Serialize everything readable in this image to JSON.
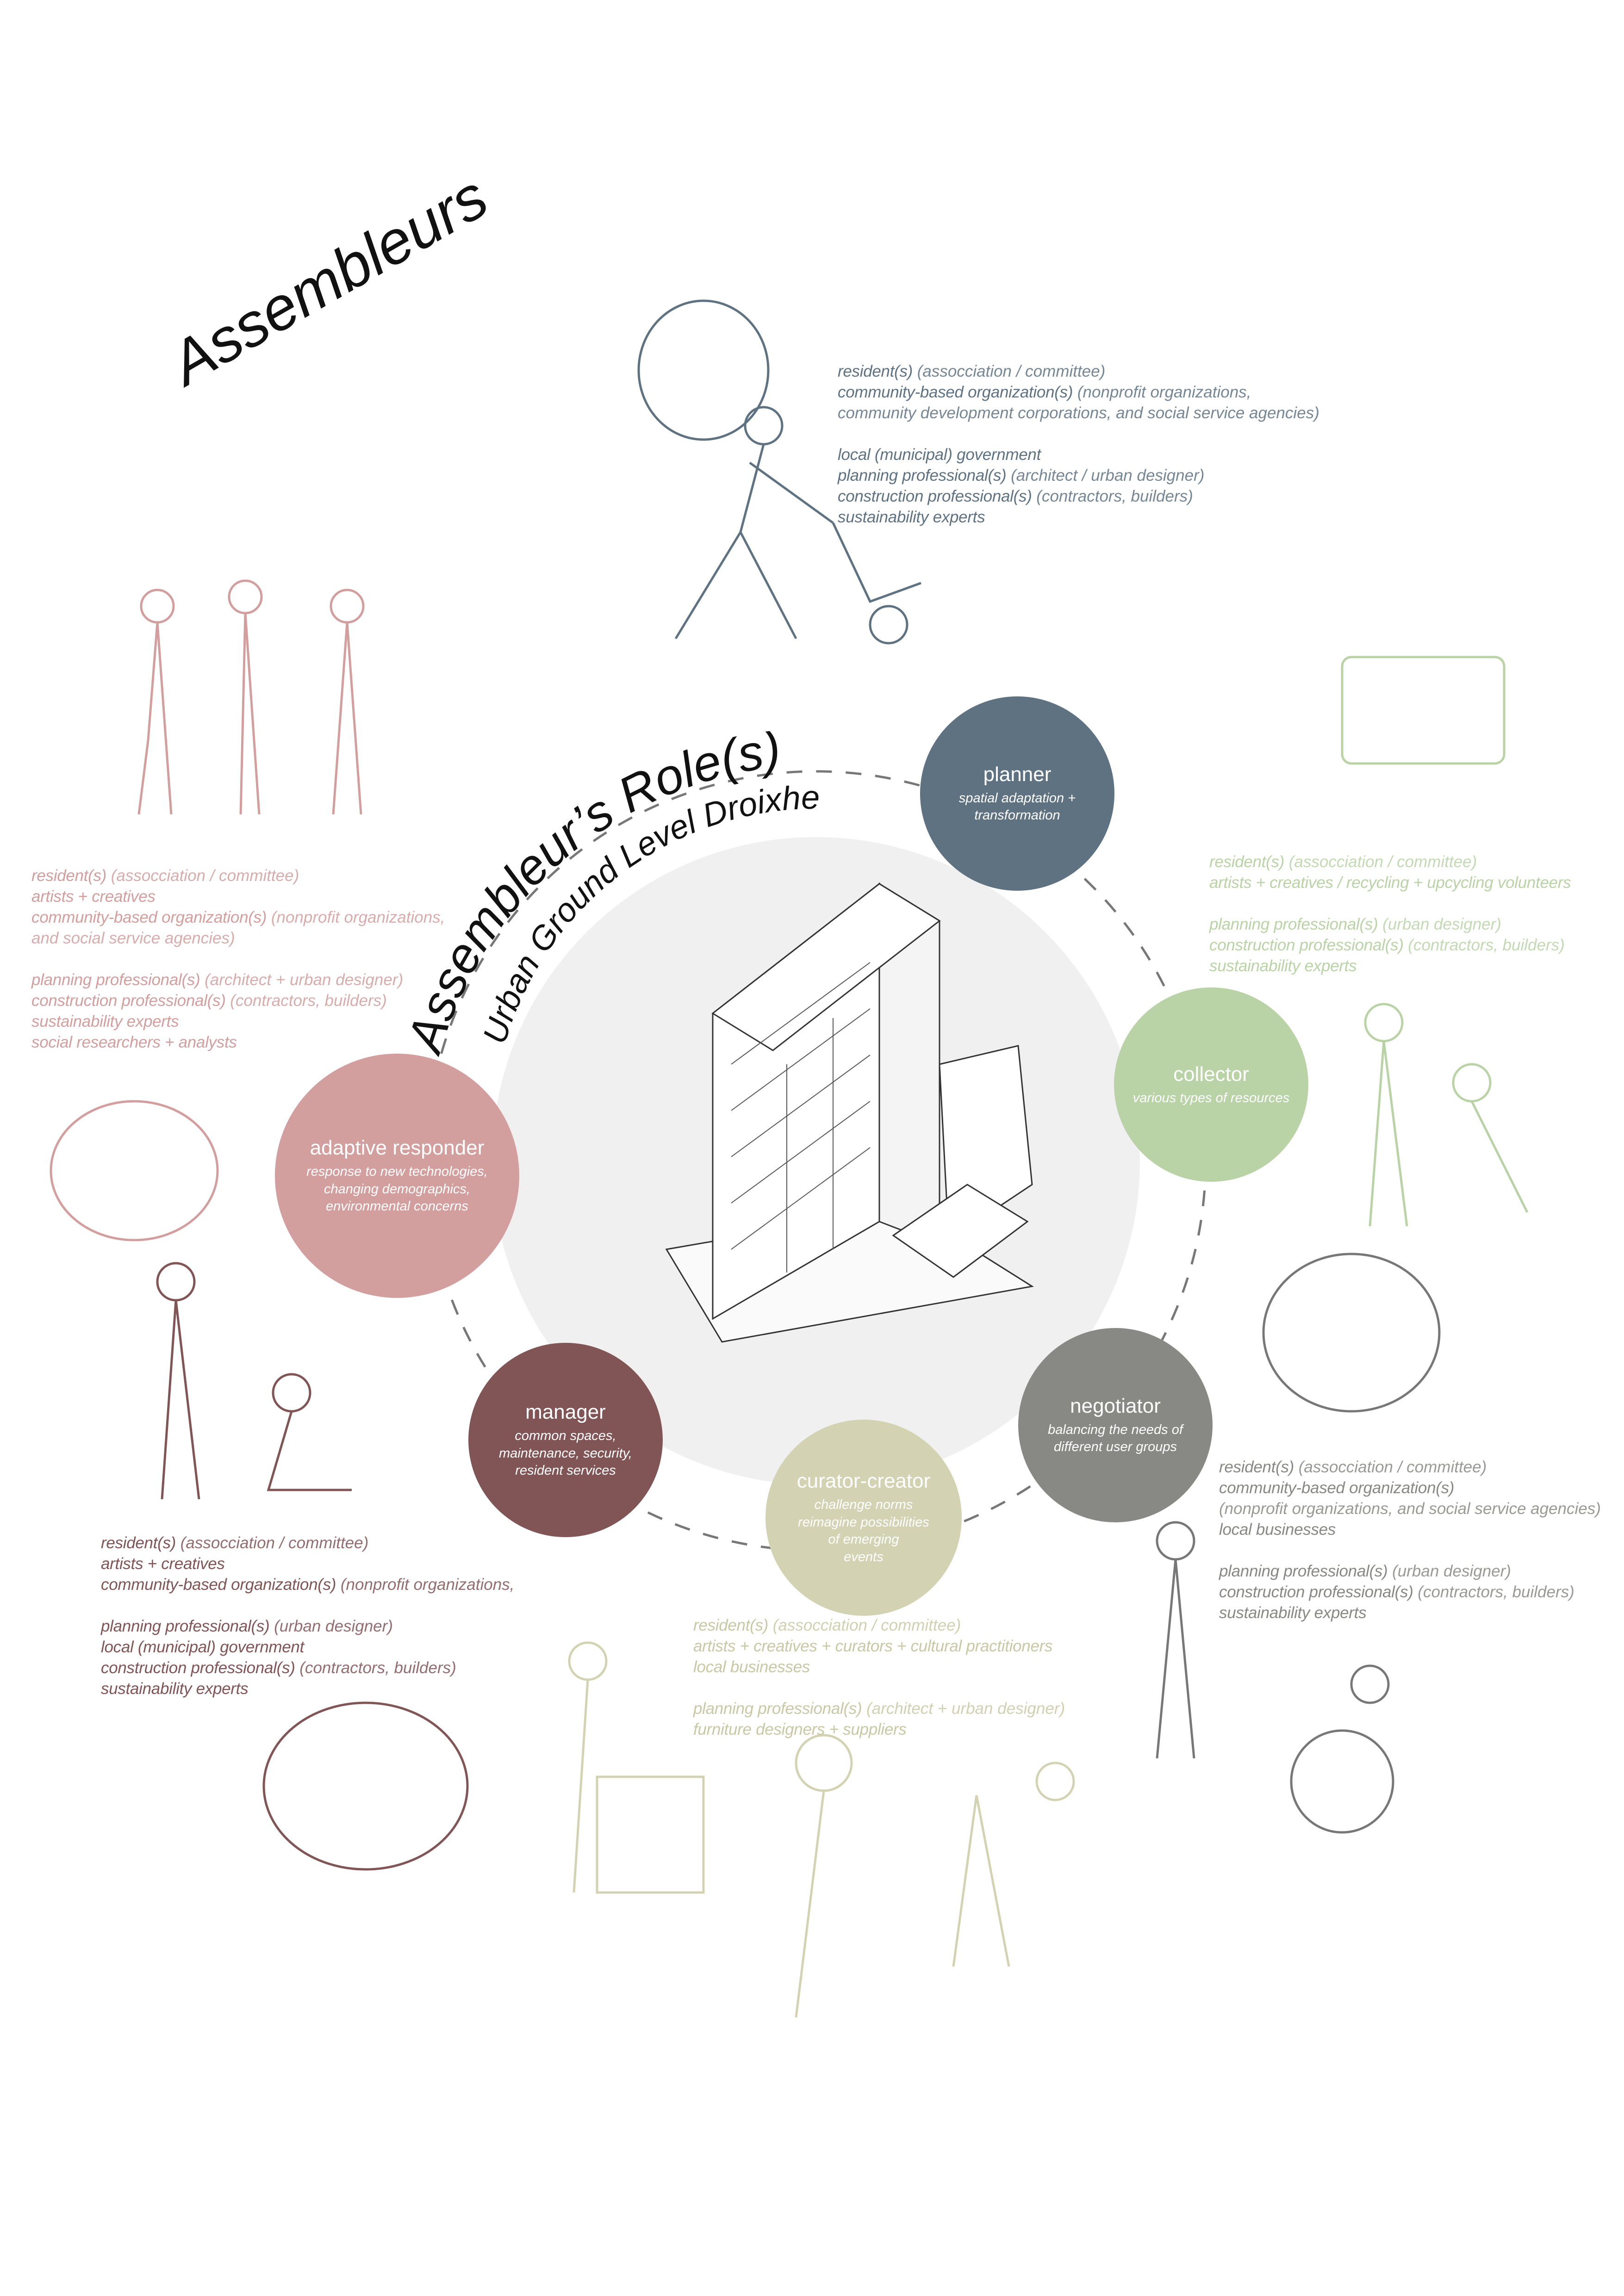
{
  "title": "Assembleurs",
  "ring_title": "Assembleur’s Role(s)",
  "center_label": "Urban Ground Level Droixhe",
  "colors": {
    "planner": "#5e7282",
    "collector": "#b9d3a6",
    "negotiator": "#888884",
    "curator": "#d3d2b3",
    "manager": "#815456",
    "adaptive": "#d39e9e",
    "center_disc": "#f0f0f0",
    "ring": "#777777"
  },
  "roles": {
    "planner": {
      "name": "planner",
      "desc": [
        "spatial adaptation +",
        "transformation"
      ]
    },
    "collector": {
      "name": "collector",
      "desc": [
        "various types of resources"
      ]
    },
    "negotiator": {
      "name": "negotiator",
      "desc": [
        "balancing the needs of",
        "different user groups"
      ]
    },
    "curator": {
      "name": "curator-creator",
      "desc": [
        "challenge norms",
        "reimagine possibilities",
        "of emerging",
        "events"
      ]
    },
    "manager": {
      "name": "manager",
      "desc": [
        "common spaces,",
        "maintenance, security,",
        "resident services"
      ]
    },
    "adaptive": {
      "name": "adaptive responder",
      "desc": [
        "response to new technologies,",
        "changing demographics,",
        "environmental concerns"
      ]
    }
  },
  "stakeholders": {
    "planner": [
      [
        [
          "resident(s)",
          " (assocciation / committee)"
        ],
        [
          "community-based organization(s)",
          " (nonprofit organizations,"
        ],
        [
          "",
          "community development corporations, and social service agencies)"
        ]
      ],
      [
        [
          "local (municipal) government",
          ""
        ],
        [
          "planning professional(s)",
          " (architect / urban designer)"
        ],
        [
          "construction professional(s)",
          " (contractors, builders)"
        ],
        [
          "sustainability experts",
          ""
        ]
      ]
    ],
    "adaptive": [
      [
        [
          "resident(s)",
          " (assocciation / committee)"
        ],
        [
          "artists + creatives",
          ""
        ],
        [
          "community-based organization(s)",
          " (nonprofit organizations,"
        ],
        [
          "",
          "and social service agencies)"
        ]
      ],
      [
        [
          "planning professional(s)",
          " (architect + urban designer)"
        ],
        [
          "construction professional(s)",
          " (contractors, builders)"
        ],
        [
          "sustainability experts",
          ""
        ],
        [
          "social researchers + analysts",
          ""
        ]
      ]
    ],
    "collector": [
      [
        [
          "resident(s)",
          " (assocciation / committee)"
        ],
        [
          "artists + creatives / recycling + upcycling volunteers",
          ""
        ]
      ],
      [
        [
          "planning professional(s)",
          " (urban designer)"
        ],
        [
          "construction professional(s)",
          " (contractors, builders)"
        ],
        [
          "sustainability experts",
          ""
        ]
      ]
    ],
    "negotiator": [
      [
        [
          "resident(s)",
          " (assocciation / committee)"
        ],
        [
          "community-based organization(s)",
          ""
        ],
        [
          "",
          "(nonprofit organizations, and social service agencies)"
        ],
        [
          "local businesses",
          ""
        ]
      ],
      [
        [
          "planning professional(s)",
          " (urban designer)"
        ],
        [
          "construction professional(s)",
          " (contractors, builders)"
        ],
        [
          "sustainability experts",
          ""
        ]
      ]
    ],
    "manager": [
      [
        [
          "resident(s)",
          " (assocciation / committee)"
        ],
        [
          "artists + creatives",
          ""
        ],
        [
          "community-based organization(s)",
          " (nonprofit organizations,"
        ]
      ],
      [
        [
          "planning professional(s)",
          " (urban designer)"
        ],
        [
          "local (municipal) government",
          ""
        ],
        [
          "construction professional(s)",
          " (contractors, builders)"
        ],
        [
          "sustainability experts",
          ""
        ]
      ]
    ],
    "curator": [
      [
        [
          "resident(s)",
          " (assocciation / committee)"
        ],
        [
          "artists + creatives + curators + cultural practitioners",
          ""
        ],
        [
          "local businesses",
          ""
        ]
      ],
      [
        [
          "planning professional(s)",
          " (architect + urban designer)"
        ],
        [
          "furniture designers + suppliers",
          ""
        ]
      ]
    ]
  }
}
